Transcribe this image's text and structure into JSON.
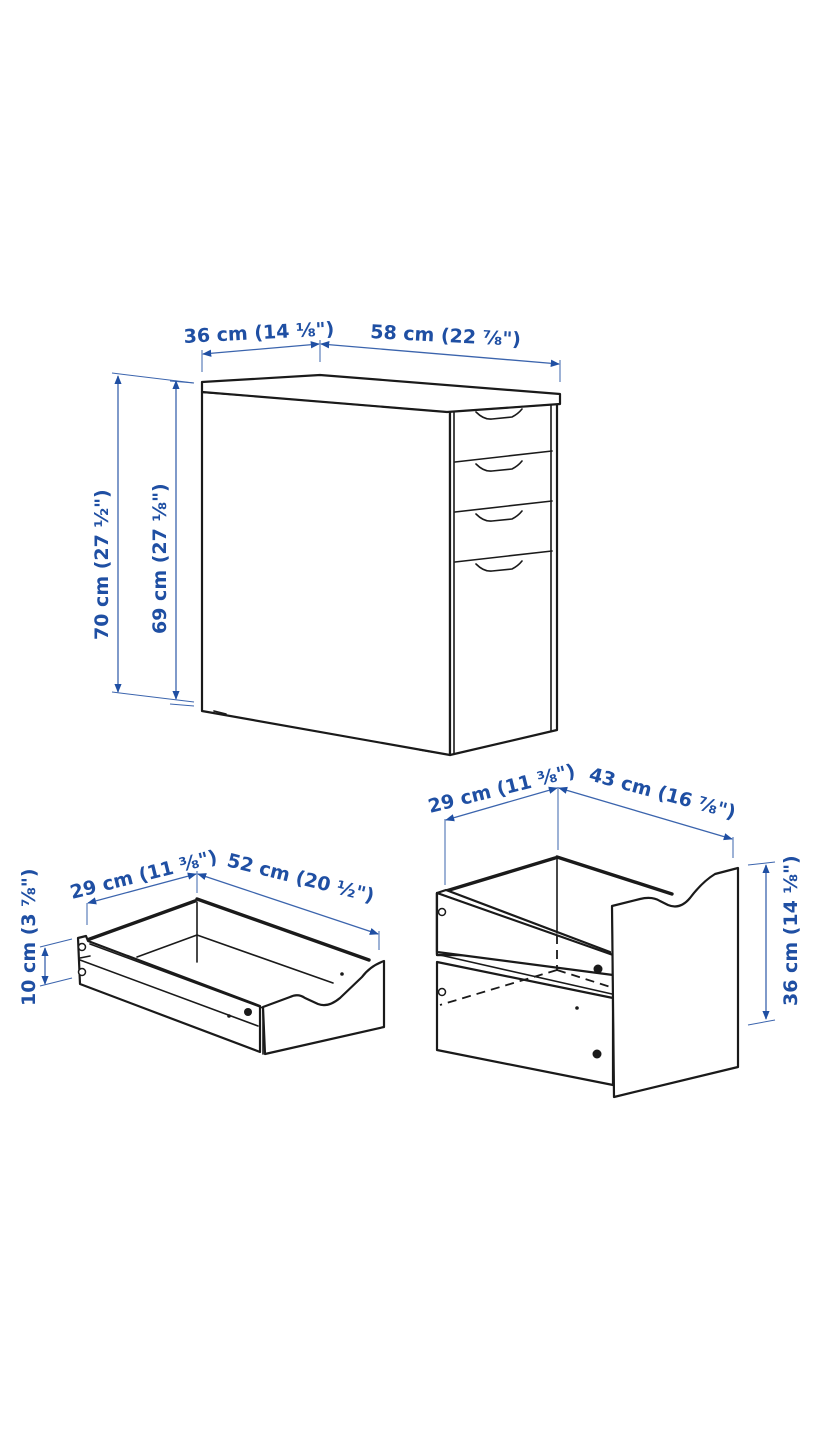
{
  "diagram": {
    "type": "product-dimension-drawing",
    "line_color": "#1a1a1a",
    "dimension_color": "#1f4fa3",
    "background": "#ffffff"
  },
  "drawer_unit": {
    "name": "drawer unit with 4 drawers",
    "drawer_count": 4,
    "dimensions": {
      "width": "36 cm (14 ⅛\")",
      "depth": "58 cm (22 ⅞\")",
      "total_height": "70 cm (27 ½\")",
      "body_height": "69 cm (27 ⅛\")"
    }
  },
  "shallow_drawer": {
    "name": "shallow drawer",
    "dimensions": {
      "width": "29 cm (11 ⅜\")",
      "depth": "52 cm (20 ½\")",
      "height": "10 cm (3 ⅞\")"
    }
  },
  "deep_drawer": {
    "name": "deep drawer",
    "dimensions": {
      "width": "29 cm (11 ⅜\")",
      "depth": "43 cm (16 ⅞\")",
      "height": "36 cm (14 ⅛\")"
    }
  }
}
